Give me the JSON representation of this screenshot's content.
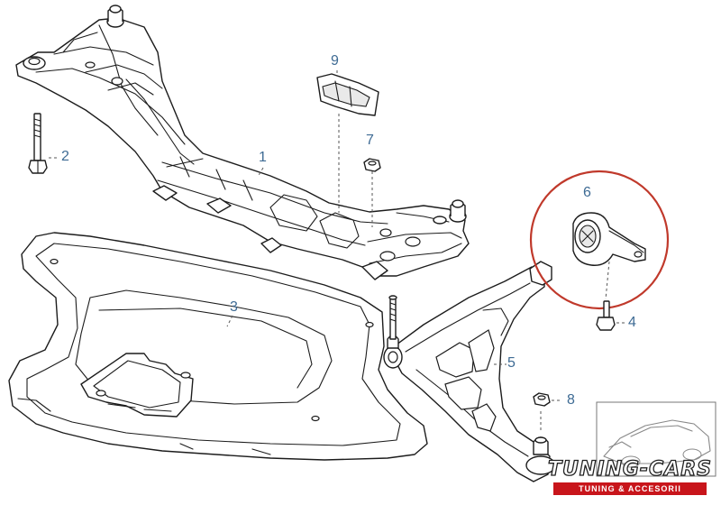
{
  "callouts": {
    "subframe": "1",
    "bolt_long": "2",
    "underbody_cover": "3",
    "bolt_short": "4",
    "control_arm": "5",
    "bushing_bracket": "6",
    "nut_upper": "7",
    "nut_lower": "8",
    "bracket_plate": "9"
  },
  "colors": {
    "callout_text": "#3e6b94",
    "highlight_circle": "#c0392b",
    "logo_band": "#c8151b"
  },
  "logo": {
    "main": "TUNING-CARS",
    "sub": "TUNING & ACCESORII"
  }
}
